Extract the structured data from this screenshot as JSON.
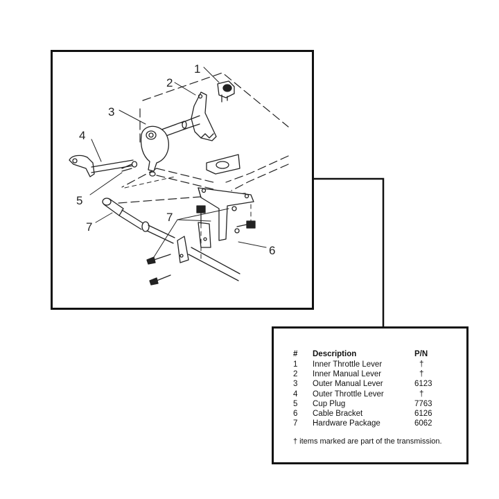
{
  "callouts": [
    "1",
    "2",
    "3",
    "4",
    "5",
    "6",
    "7",
    "7"
  ],
  "table": {
    "headers": [
      "#",
      "Description",
      "P/N"
    ],
    "rows": [
      {
        "num": "1",
        "desc": "Inner Throttle Lever",
        "pn": "†"
      },
      {
        "num": "2",
        "desc": "Inner Manual Lever",
        "pn": "†"
      },
      {
        "num": "3",
        "desc": "Outer Manual Lever",
        "pn": "6123"
      },
      {
        "num": "4",
        "desc": "Outer Throttle Lever",
        "pn": "†"
      },
      {
        "num": "5",
        "desc": "Cup Plug",
        "pn": "7763"
      },
      {
        "num": "6",
        "desc": "Cable Bracket",
        "pn": "6126"
      },
      {
        "num": "7",
        "desc": "Hardware Package",
        "pn": "6062"
      }
    ],
    "footnote": "† items marked are part of the transmission."
  }
}
